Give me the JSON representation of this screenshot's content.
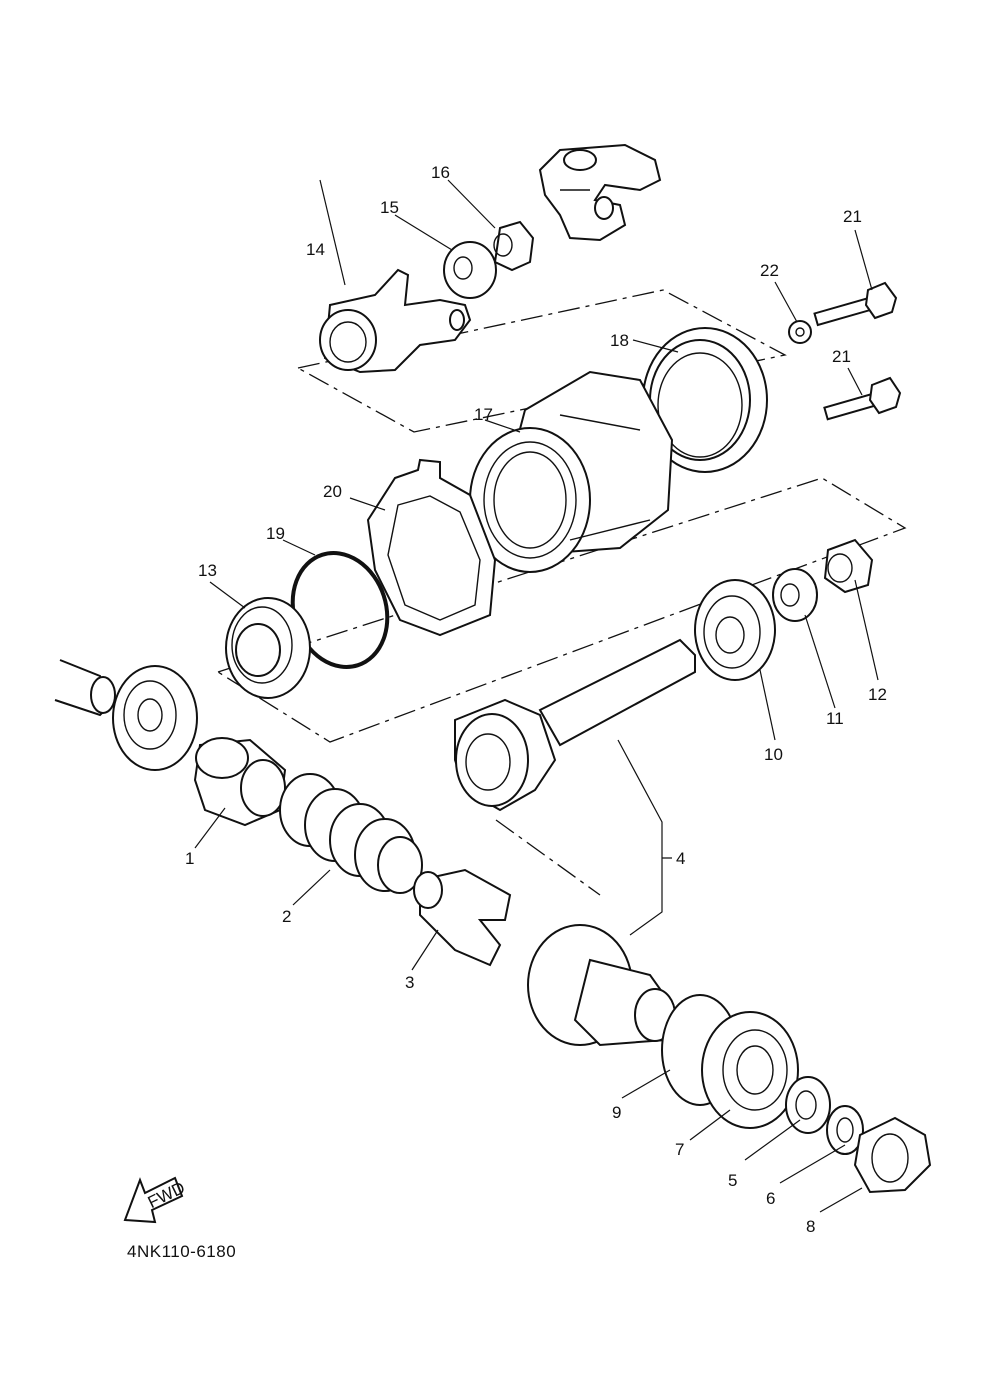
{
  "diagram": {
    "code": "4NK110-6180",
    "fwd_label": "FWD",
    "callouts": {
      "p1": "1",
      "p2": "2",
      "p3": "3",
      "p4": "4",
      "p5": "5",
      "p6": "6",
      "p7": "7",
      "p8": "8",
      "p9": "9",
      "p10": "10",
      "p11": "11",
      "p12": "12",
      "p13": "13",
      "p14": "14",
      "p15": "15",
      "p16": "16",
      "p17": "17",
      "p18": "18",
      "p19": "19",
      "p20": "20",
      "p21a": "21",
      "p21b": "21",
      "p22": "22"
    }
  }
}
